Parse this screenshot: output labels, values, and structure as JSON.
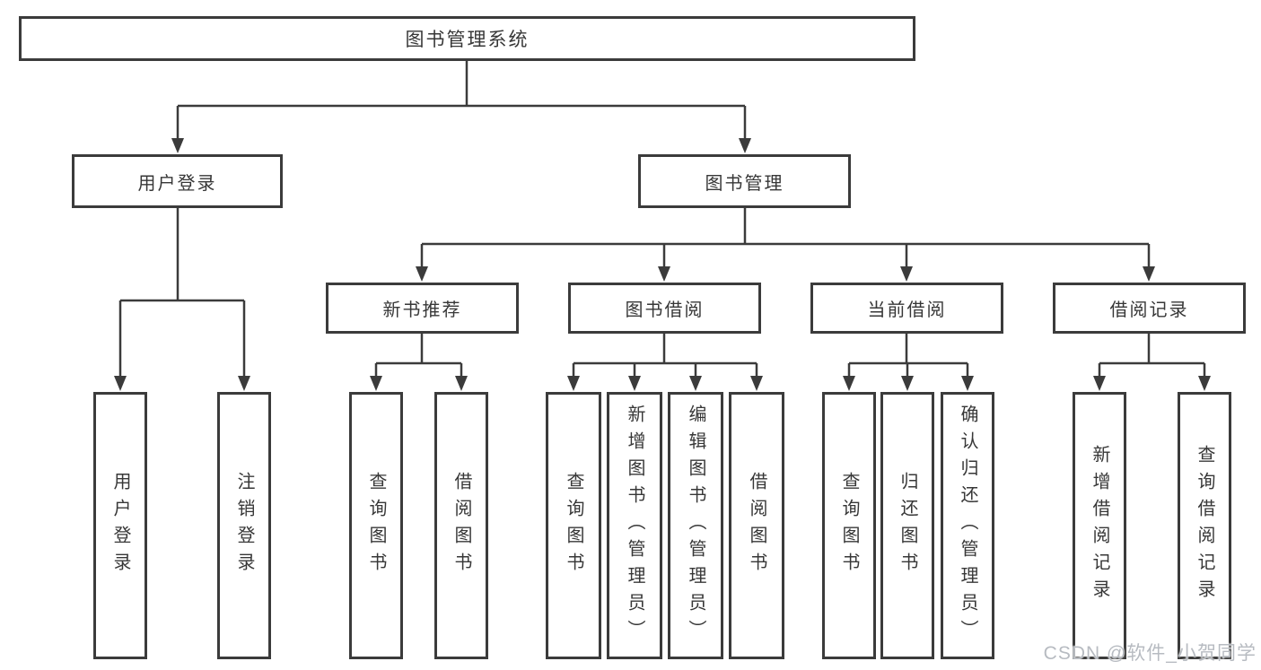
{
  "page": {
    "title": "图书管理系统功能结构图",
    "background": "#ffffff"
  },
  "colors": {
    "line": "#3b3b3b",
    "box_border": "#3b3b3b",
    "box_fill": "#ffffff",
    "text": "#373737",
    "watermark": "#b7bbc1"
  },
  "tree": {
    "label": "图书管理系统",
    "children": [
      {
        "label": "用户登录",
        "children": [
          {
            "label": "用户登录"
          },
          {
            "label": "注销登录"
          }
        ]
      },
      {
        "label": "图书管理",
        "children": [
          {
            "label": "新书推荐",
            "children": [
              {
                "label": "查询图书"
              },
              {
                "label": "借阅图书"
              }
            ]
          },
          {
            "label": "图书借阅",
            "children": [
              {
                "label": "查询图书"
              },
              {
                "label": "新增图书（管理员）"
              },
              {
                "label": "编辑图书（管理员）"
              },
              {
                "label": "借阅图书"
              }
            ]
          },
          {
            "label": "当前借阅",
            "children": [
              {
                "label": "查询图书"
              },
              {
                "label": "归还图书"
              },
              {
                "label": "确认归还（管理员）"
              }
            ]
          },
          {
            "label": "借阅记录",
            "children": [
              {
                "label": "新增借阅记录"
              },
              {
                "label": "查询借阅记录"
              }
            ]
          }
        ]
      }
    ]
  },
  "watermark": {
    "text": "CSDN @软件_小贺同学"
  }
}
